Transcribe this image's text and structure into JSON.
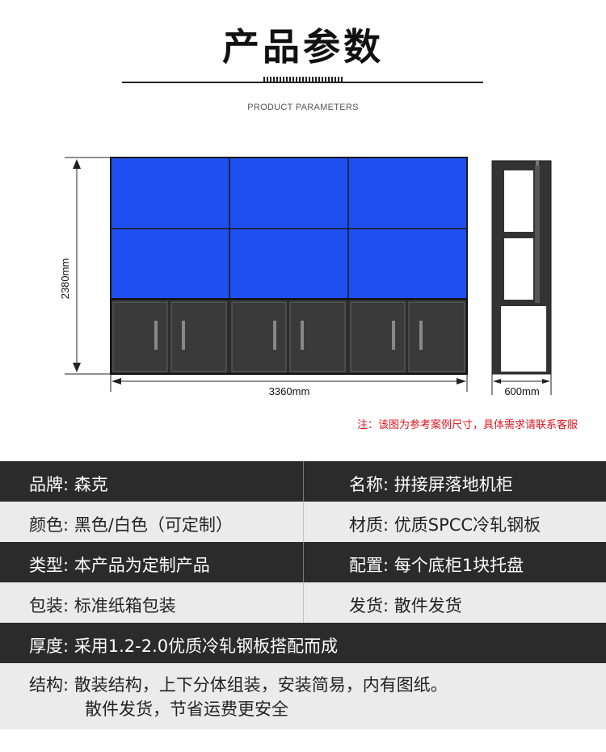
{
  "header": {
    "title": "产品参数",
    "subtitle": "PRODUCT PARAMETERS"
  },
  "diagram": {
    "height_label": "2380mm",
    "width_label": "3360mm",
    "depth_label": "600mm",
    "screen_rows": 2,
    "screen_cols": 3,
    "screen_color": "#1f4ff0",
    "cabinet_color": "#3a3a3a",
    "side_frame_color": "#333333"
  },
  "note": "注：该图为参考案例尺寸，具体需求请联系客服",
  "specs": {
    "rows": [
      {
        "left": "品牌: 森克",
        "right": "名称: 拼接屏落地机柜"
      },
      {
        "left": "颜色: 黑色/白色（可定制）",
        "right": "材质: 优质SPCC冷轧钢板"
      },
      {
        "left": "类型: 本产品为定制产品",
        "right": "配置: 每个底柜1块托盘"
      },
      {
        "left": "包装: 标准纸箱包装",
        "right": "发货: 散件发货"
      }
    ],
    "thickness": "厚度: 采用1.2-2.0优质冷轧钢板搭配而成",
    "structure_line1": "结构: 散装结构，上下分体组装，安装简易，内有图纸。",
    "structure_line2": "散件发货，节省运费更安全"
  }
}
